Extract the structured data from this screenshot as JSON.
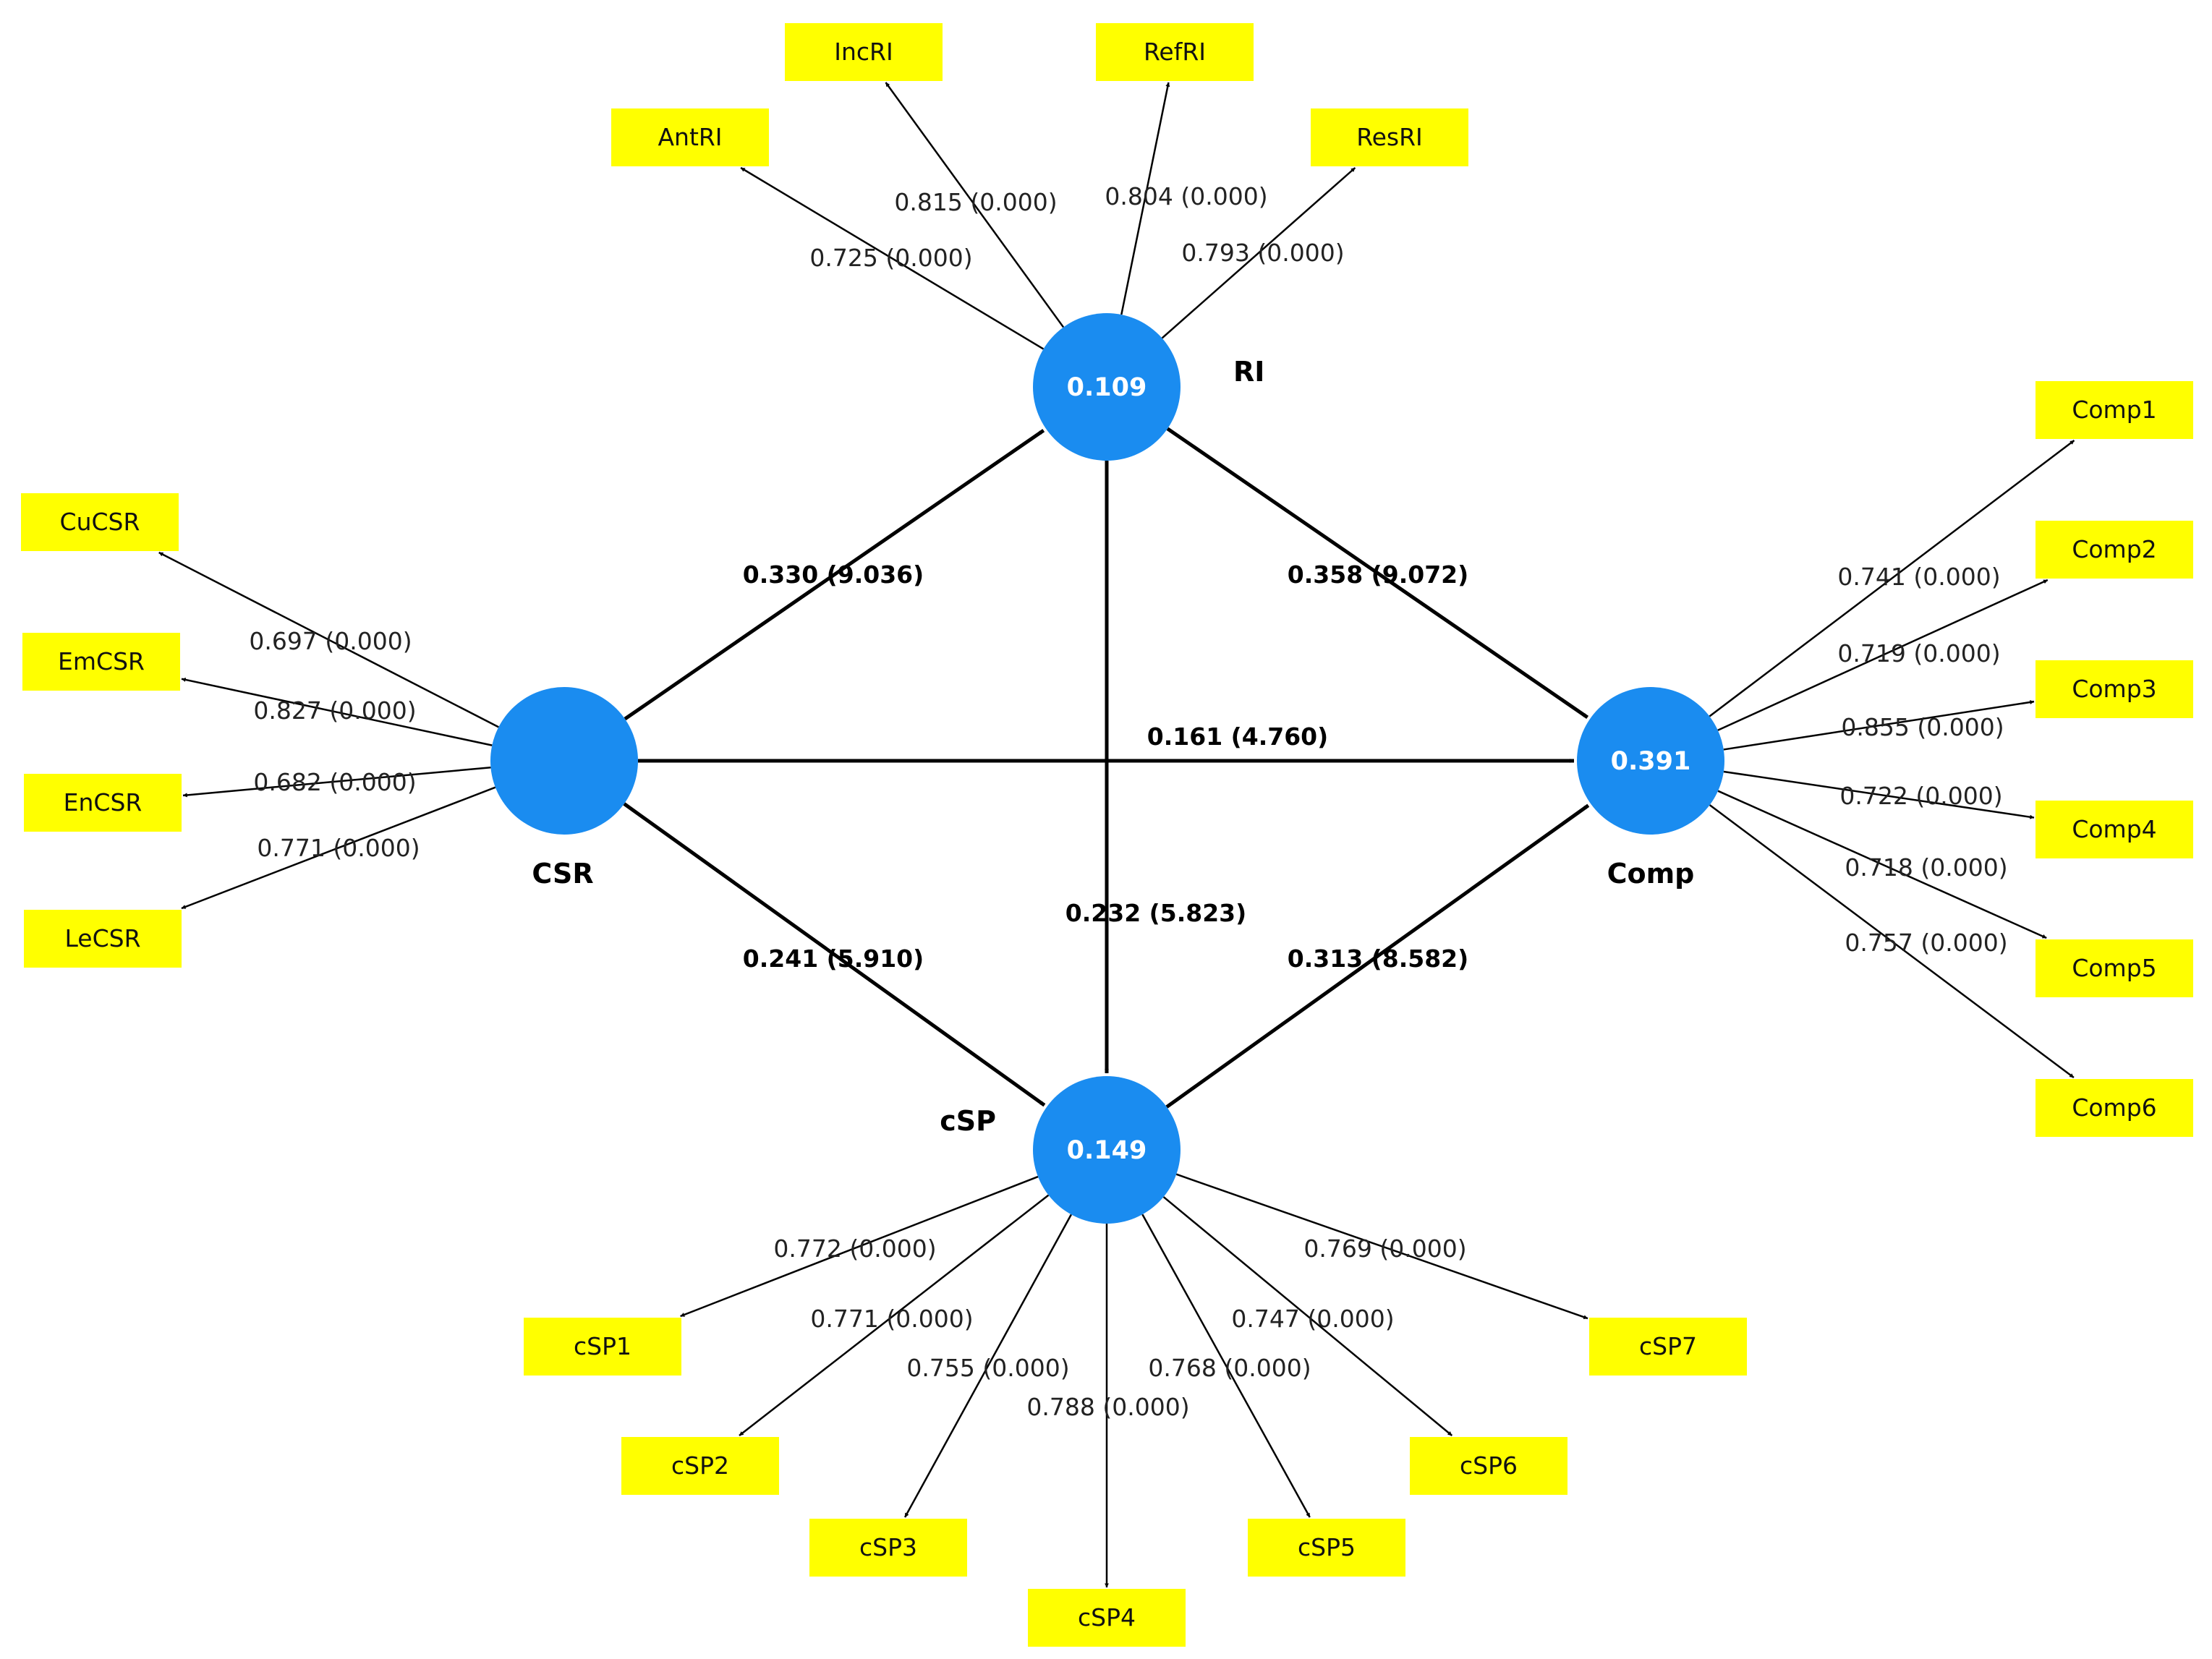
{
  "colors": {
    "latent_fill": "#1a8cf0",
    "indicator_fill": "#ffff00",
    "line": "#000000"
  },
  "latent_variables": [
    {
      "id": "csr",
      "name": "CSR",
      "r2": ""
    },
    {
      "id": "ri",
      "name": "RI",
      "r2": "0.109"
    },
    {
      "id": "csp",
      "name": "cSP",
      "r2": "0.149"
    },
    {
      "id": "comp",
      "name": "Comp",
      "r2": "0.391"
    }
  ],
  "indicators": [
    {
      "id": "CuCSR",
      "label": "CuCSR"
    },
    {
      "id": "EmCSR",
      "label": "EmCSR"
    },
    {
      "id": "EnCSR",
      "label": "EnCSR"
    },
    {
      "id": "LeCSR",
      "label": "LeCSR"
    },
    {
      "id": "AntRI",
      "label": "AntRI"
    },
    {
      "id": "IncRI",
      "label": "IncRI"
    },
    {
      "id": "RefRI",
      "label": "RefRI"
    },
    {
      "id": "ResRI",
      "label": "ResRI"
    },
    {
      "id": "Comp1",
      "label": "Comp1"
    },
    {
      "id": "Comp2",
      "label": "Comp2"
    },
    {
      "id": "Comp3",
      "label": "Comp3"
    },
    {
      "id": "Comp4",
      "label": "Comp4"
    },
    {
      "id": "Comp5",
      "label": "Comp5"
    },
    {
      "id": "Comp6",
      "label": "Comp6"
    },
    {
      "id": "cSP1",
      "label": "cSP1"
    },
    {
      "id": "cSP2",
      "label": "cSP2"
    },
    {
      "id": "cSP3",
      "label": "cSP3"
    },
    {
      "id": "cSP4",
      "label": "cSP4"
    },
    {
      "id": "cSP5",
      "label": "cSP5"
    },
    {
      "id": "cSP6",
      "label": "cSP6"
    },
    {
      "id": "cSP7",
      "label": "cSP7"
    }
  ],
  "structural_paths": [
    {
      "from": "csr",
      "to": "ri",
      "label": "0.330 (9.036)"
    },
    {
      "from": "ri",
      "to": "comp",
      "label": "0.358 (9.072)"
    },
    {
      "from": "csr",
      "to": "comp",
      "label": "0.161 (4.760)"
    },
    {
      "from": "ri",
      "to": "csp",
      "label": "0.232 (5.823)"
    },
    {
      "from": "csr",
      "to": "csp",
      "label": "0.241 (5.910)"
    },
    {
      "from": "csp",
      "to": "comp",
      "label": "0.313 (8.582)"
    }
  ],
  "loadings": [
    {
      "from": "csr",
      "to": "CuCSR",
      "label": "0.697 (0.000)"
    },
    {
      "from": "csr",
      "to": "EmCSR",
      "label": "0.827 (0.000)"
    },
    {
      "from": "csr",
      "to": "EnCSR",
      "label": "0.682 (0.000)"
    },
    {
      "from": "csr",
      "to": "LeCSR",
      "label": "0.771 (0.000)"
    },
    {
      "from": "ri",
      "to": "AntRI",
      "label": "0.725 (0.000)"
    },
    {
      "from": "ri",
      "to": "IncRI",
      "label": "0.815 (0.000)"
    },
    {
      "from": "ri",
      "to": "RefRI",
      "label": "0.804 (0.000)"
    },
    {
      "from": "ri",
      "to": "ResRI",
      "label": "0.793 (0.000)"
    },
    {
      "from": "comp",
      "to": "Comp1",
      "label": "0.741 (0.000)"
    },
    {
      "from": "comp",
      "to": "Comp2",
      "label": "0.719 (0.000)"
    },
    {
      "from": "comp",
      "to": "Comp3",
      "label": "0.855 (0.000)"
    },
    {
      "from": "comp",
      "to": "Comp4",
      "label": "0.722 (0.000)"
    },
    {
      "from": "comp",
      "to": "Comp5",
      "label": "0.718 (0.000)"
    },
    {
      "from": "comp",
      "to": "Comp6",
      "label": "0.757 (0.000)"
    },
    {
      "from": "csp",
      "to": "cSP1",
      "label": "0.772 (0.000)"
    },
    {
      "from": "csp",
      "to": "cSP2",
      "label": "0.771 (0.000)"
    },
    {
      "from": "csp",
      "to": "cSP3",
      "label": "0.755 (0.000)"
    },
    {
      "from": "csp",
      "to": "cSP4",
      "label": "0.788 (0.000)"
    },
    {
      "from": "csp",
      "to": "cSP5",
      "label": "0.768 (0.000)"
    },
    {
      "from": "csp",
      "to": "cSP6",
      "label": "0.747 (0.000)"
    },
    {
      "from": "csp",
      "to": "cSP7",
      "label": "0.769 (0.000)"
    }
  ]
}
